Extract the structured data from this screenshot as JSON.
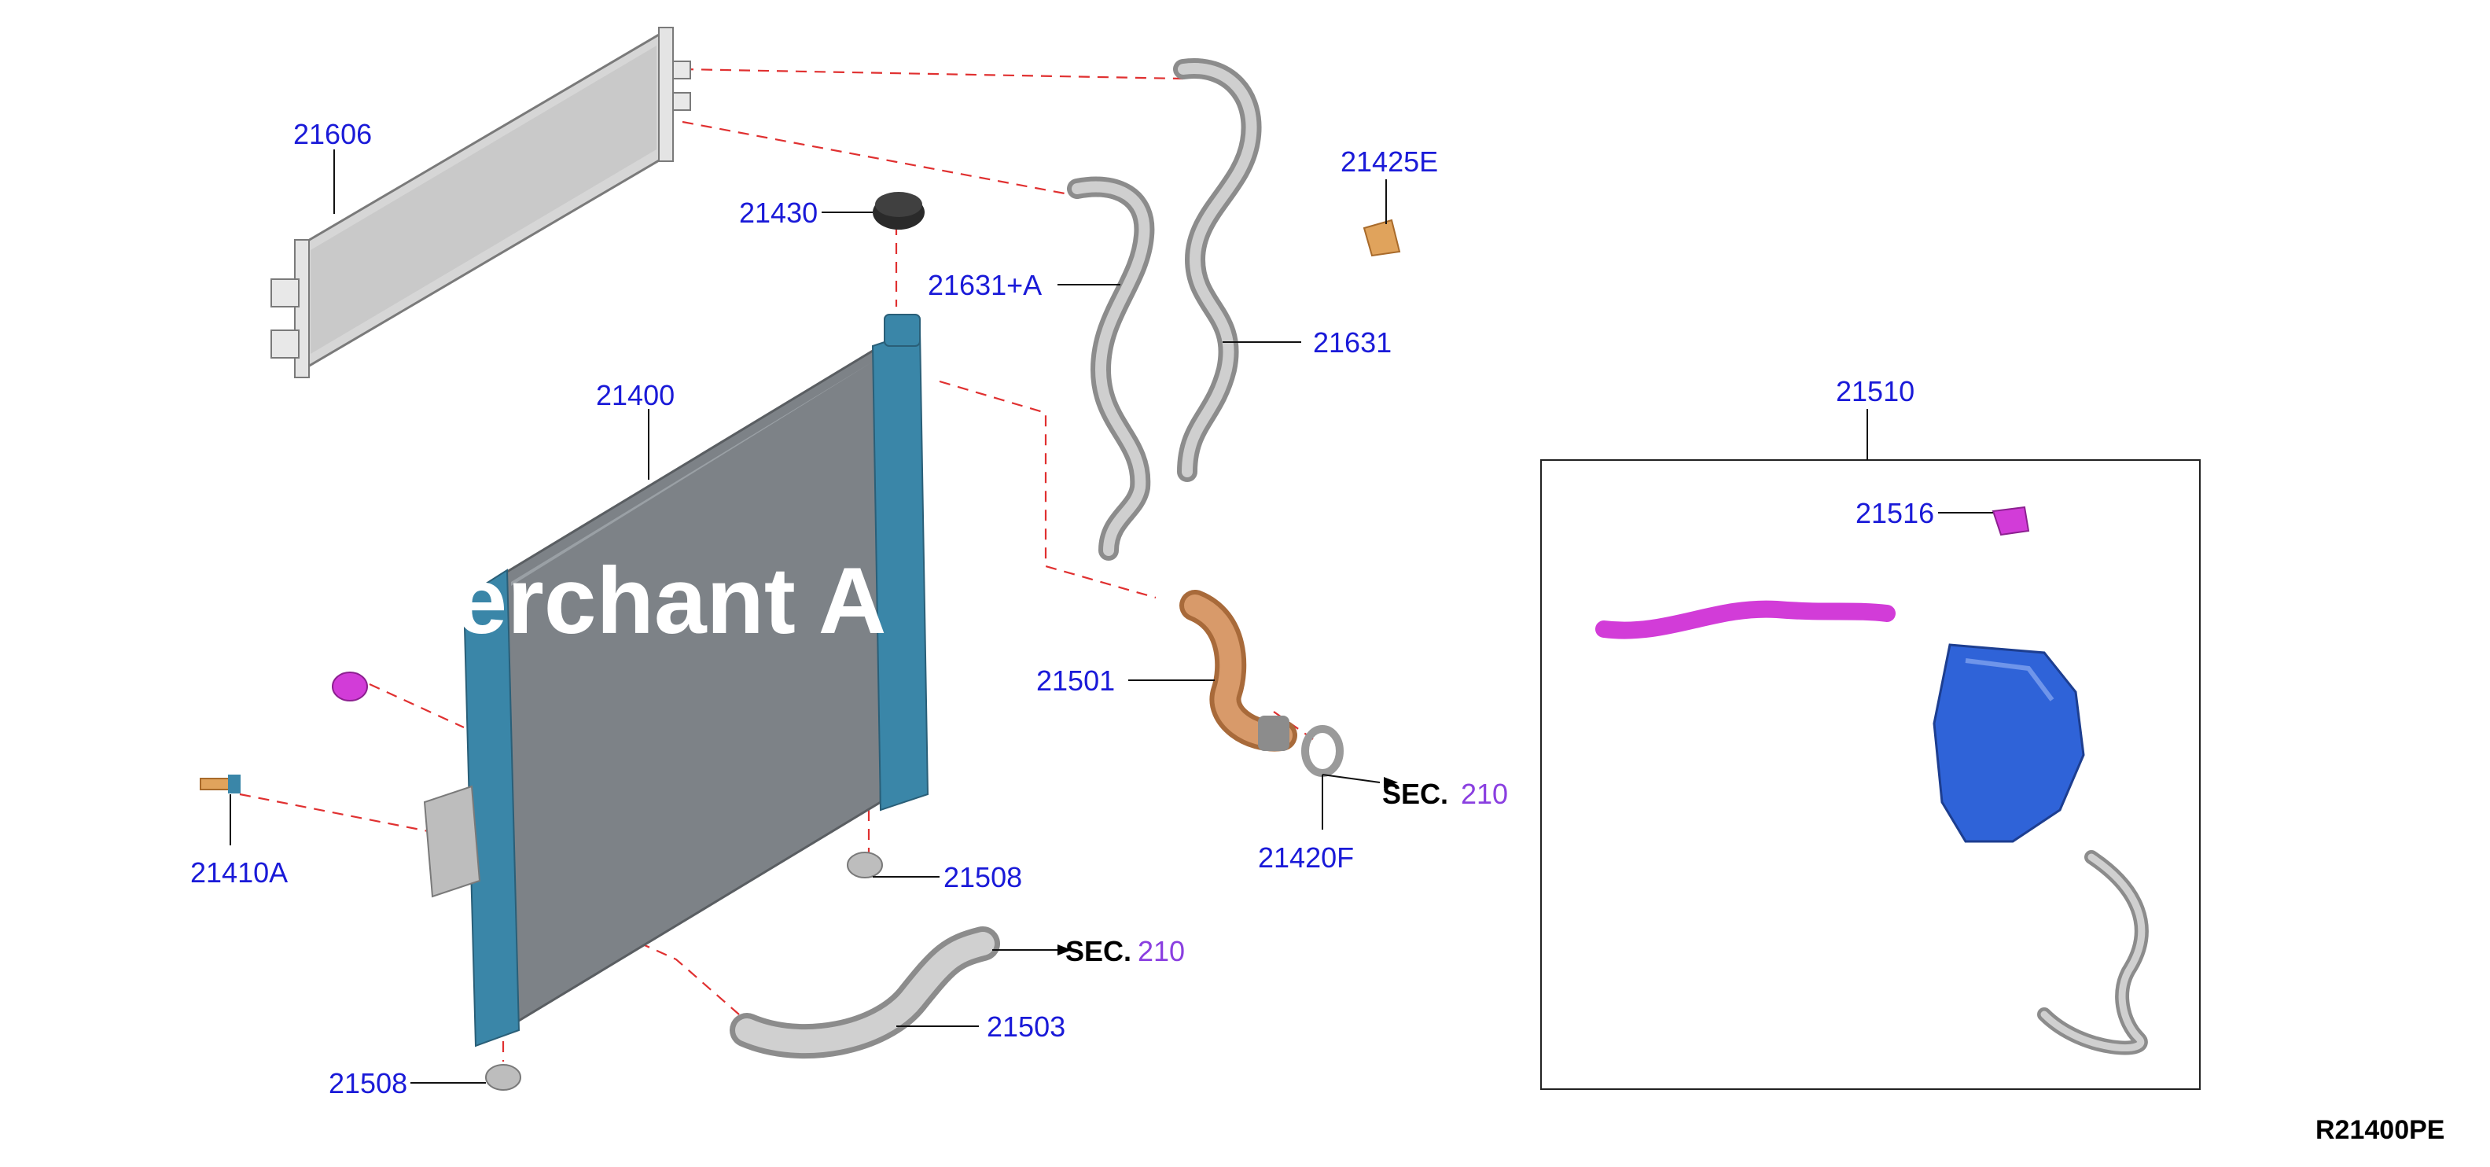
{
  "diagram": {
    "parts": {
      "p21606": "21606",
      "p21430": "21430",
      "p21631A": "21631+A",
      "p21425E": "21425E",
      "p21631": "21631",
      "p21400": "21400",
      "p21510": "21510",
      "p21516": "21516",
      "p21501": "21501",
      "p21420F": "21420F",
      "p21410A": "21410A",
      "p21508a": "21508",
      "p21503": "21503",
      "p21508b": "21508"
    },
    "section_refs": [
      {
        "prefix": "SEC.",
        "number": "210"
      },
      {
        "prefix": "SEC.",
        "number": "210"
      }
    ],
    "diagram_code": "R21400PE",
    "watermark": "lerchant A"
  },
  "colors": {
    "label": "#1a1ad8",
    "section_number": "#8a3fe0",
    "dashed_line": "#e03030",
    "radiator_core": "#7d8287",
    "radiator_tank": "#3a86a8",
    "hose_orange": "#d89a6a",
    "reservoir_blue": "#2f63d8",
    "magenta_part": "#d23cd8"
  }
}
